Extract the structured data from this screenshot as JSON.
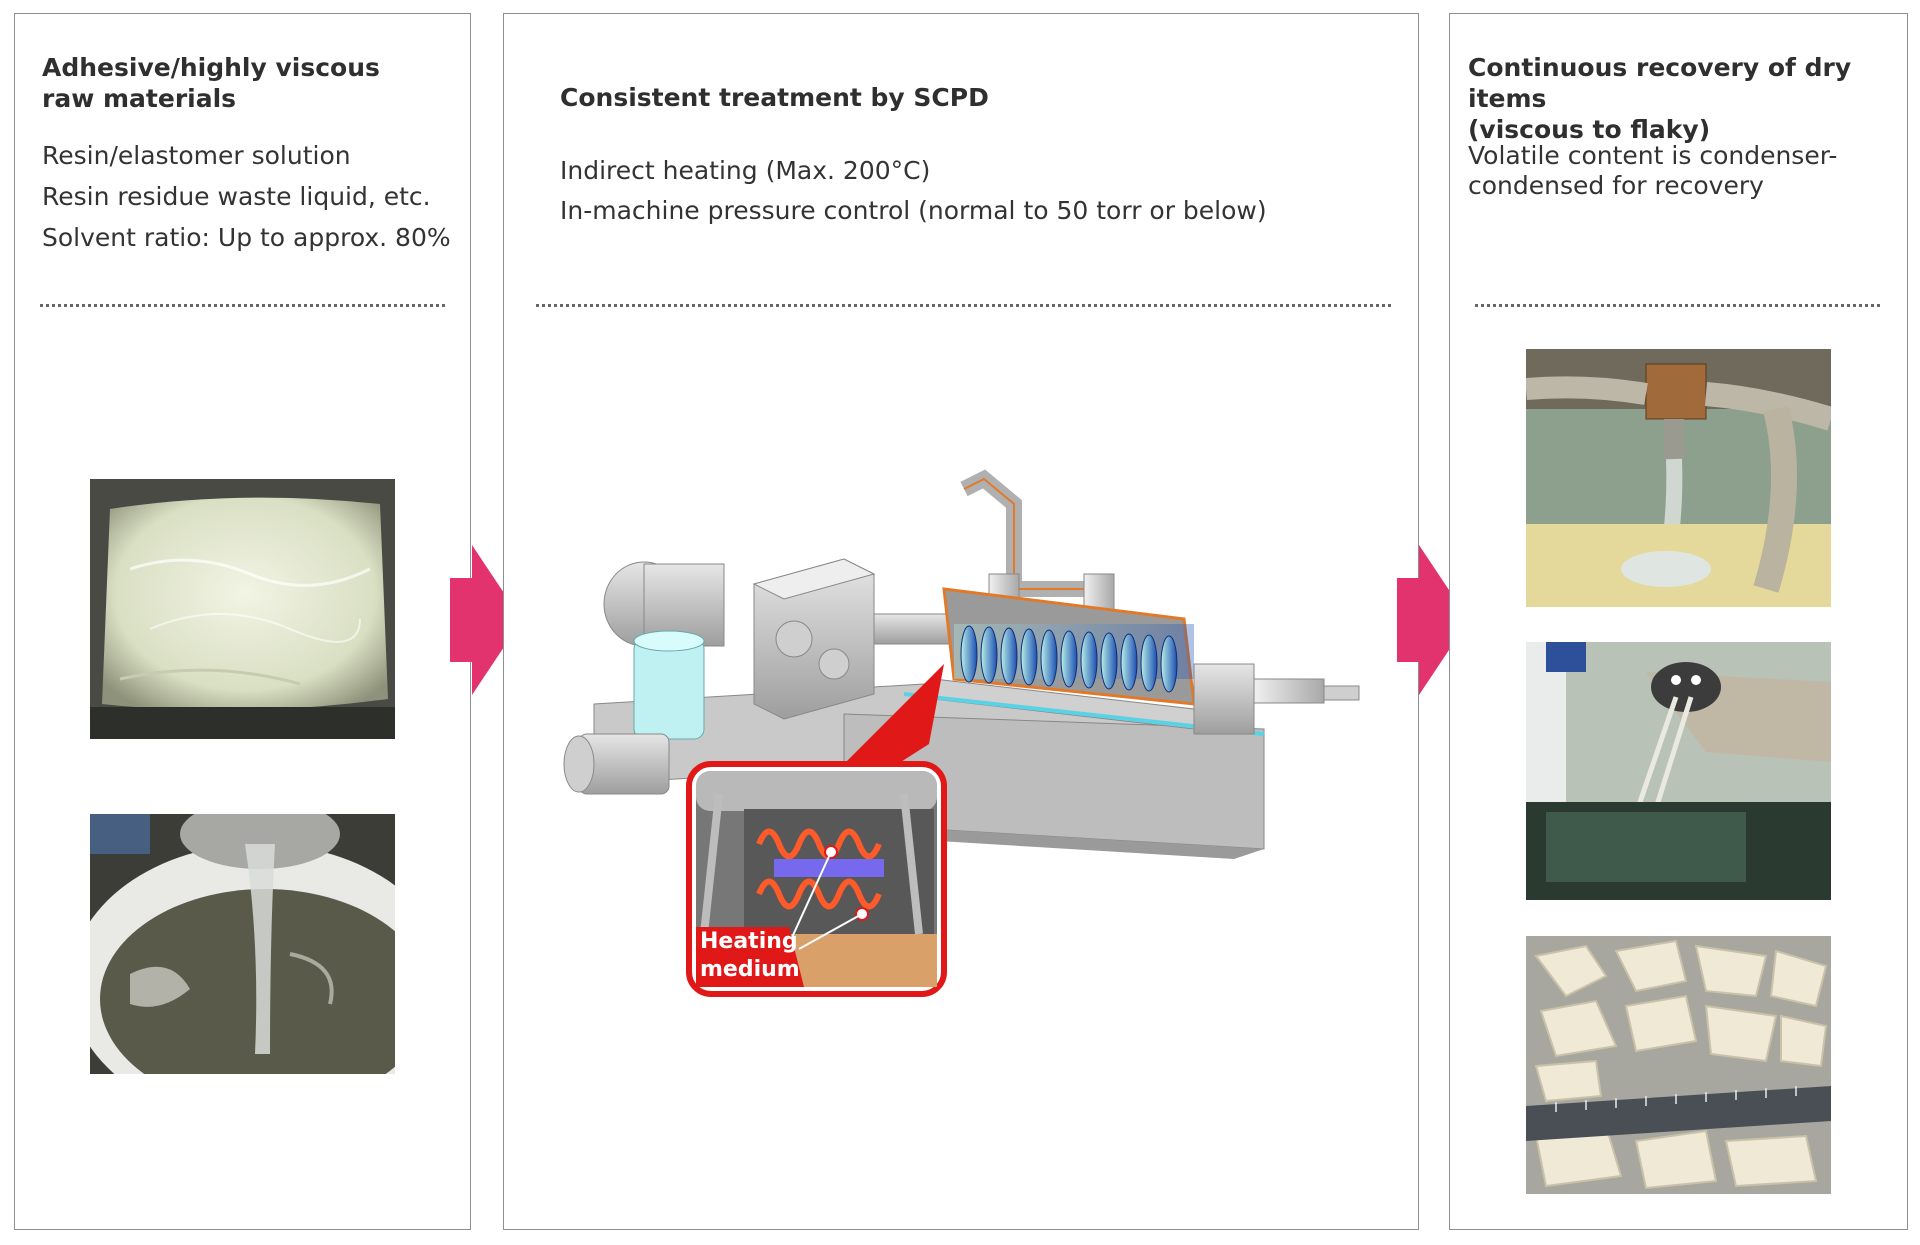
{
  "panel_left": {
    "title": "Adhesive/highly viscous\nraw materials",
    "lines": [
      "Resin/elastomer solution",
      "Resin residue waste liquid, etc.",
      "Solvent ratio: Up to approx. 80%"
    ]
  },
  "panel_center": {
    "title": "Consistent treatment by SCPD",
    "lines": [
      "Indirect heating (Max. 200°C)",
      "In-machine pressure control (normal to 50 torr or below)"
    ],
    "callout_label": "Heating\nmedium"
  },
  "panel_right": {
    "title": "Continuous recovery of dry items\n (viscous to flaky)",
    "description": "Volatile content is condenser-\ncondensed for recovery"
  },
  "colors": {
    "arrow": "#e3336f",
    "callout_border": "#e11818",
    "callout_fill": "#e11818"
  }
}
